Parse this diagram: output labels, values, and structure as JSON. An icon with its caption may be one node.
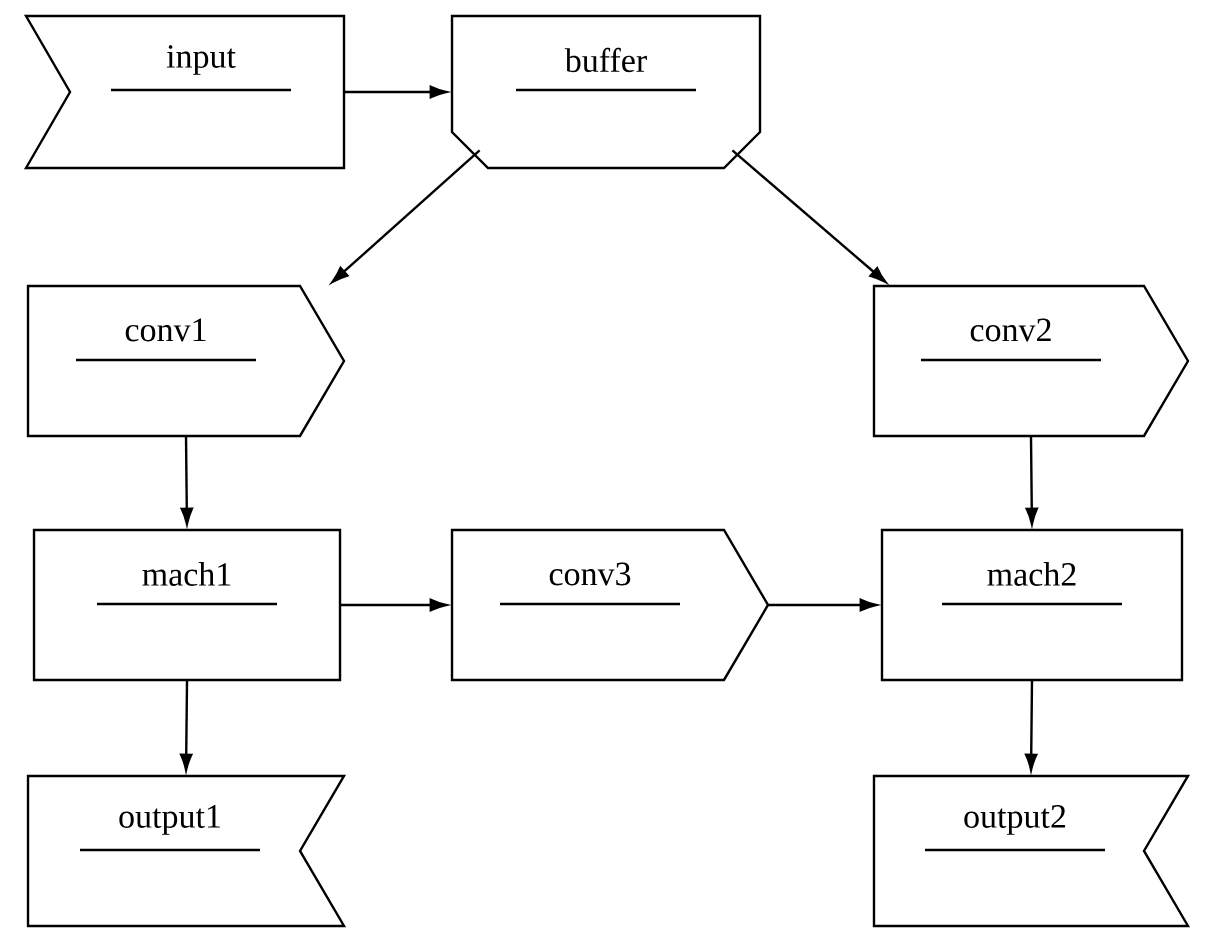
{
  "diagram": {
    "nodes": [
      {
        "text": [
          "input"
        ]
      },
      {
        "text": [
          "buffer"
        ]
      },
      {
        "text": [
          "conv1"
        ]
      },
      {
        "text": [
          "conv2"
        ]
      },
      {
        "text": [
          "mach1"
        ]
      },
      {
        "text": [
          "conv3"
        ]
      },
      {
        "text": [
          "mach2"
        ]
      },
      {
        "text": [
          "output1"
        ]
      },
      {
        "text": [
          "output2"
        ]
      }
    ],
    "edges": [
      {
        "from": 0,
        "to": 1,
        "arrow": "to"
      },
      {
        "from": 1,
        "to": 2,
        "arrow": "to"
      },
      {
        "from": 1,
        "to": 3,
        "arrow": "to"
      },
      {
        "from": 2,
        "to": 4,
        "arrow": "to"
      },
      {
        "from": 3,
        "to": 6,
        "arrow": "to"
      },
      {
        "from": 4,
        "to": 5,
        "arrow": "to"
      },
      {
        "from": 5,
        "to": 6,
        "arrow": "to"
      },
      {
        "from": 4,
        "to": 7,
        "arrow": "to"
      },
      {
        "from": 6,
        "to": 8,
        "arrow": "to"
      }
    ]
  }
}
